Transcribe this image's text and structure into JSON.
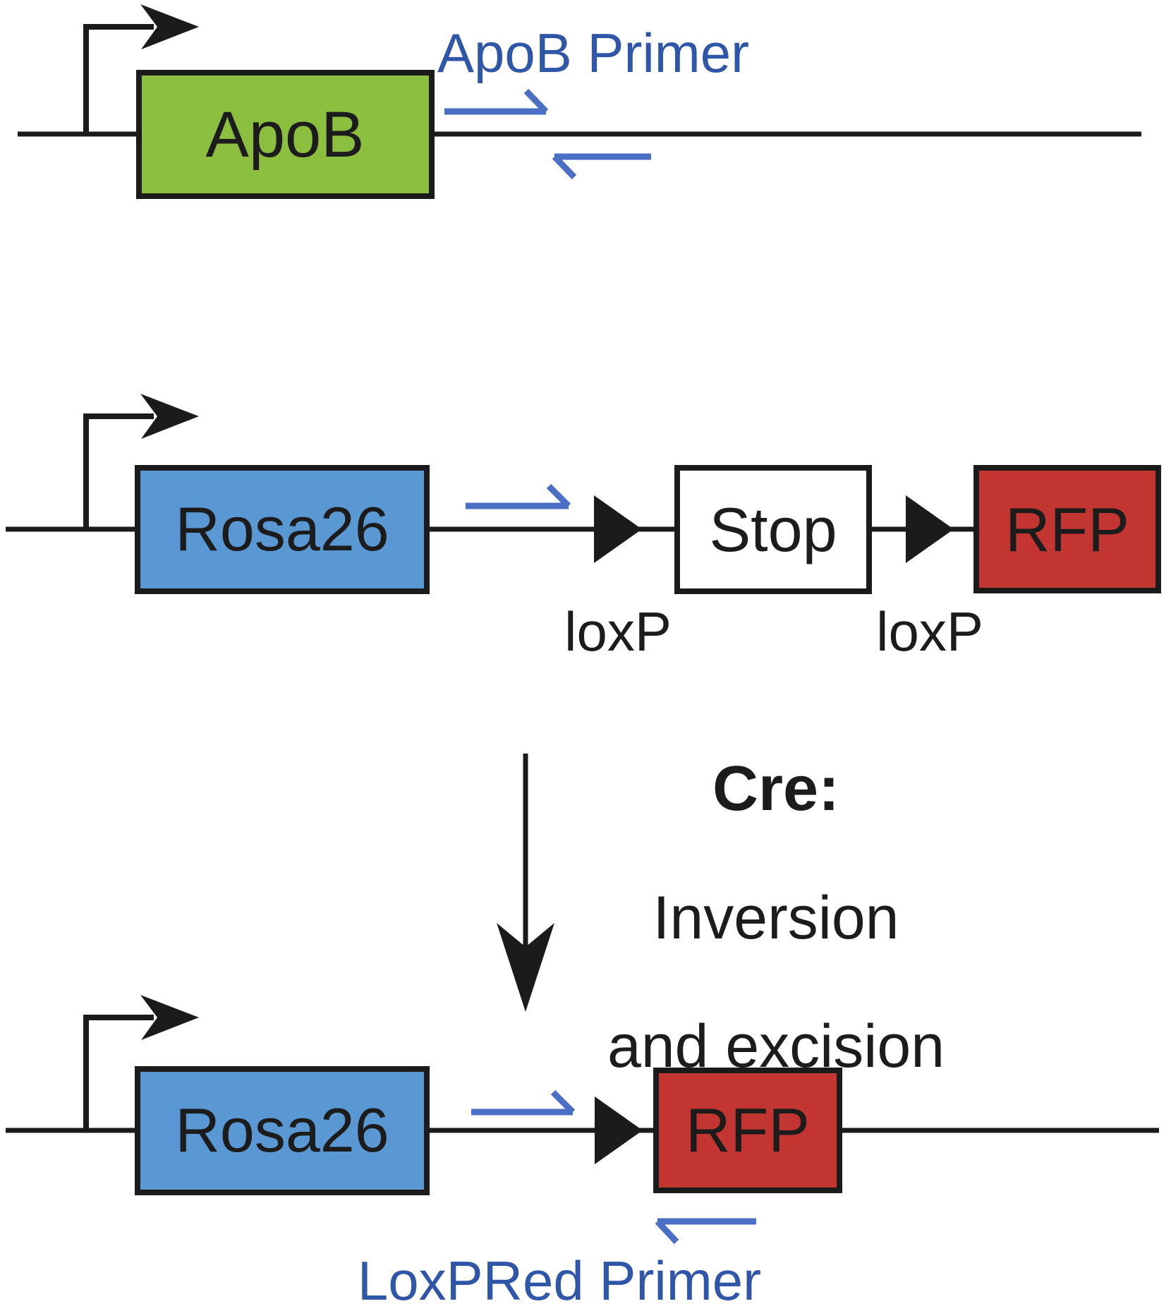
{
  "rows": {
    "apob": {
      "gene": "ApoB",
      "primer_label": "ApoB Primer"
    },
    "rosa26_stop": {
      "gene": "Rosa26",
      "stop": "Stop",
      "rfp": "RFP",
      "loxp_left": "loxP",
      "loxp_right": "loxP"
    },
    "cre_step": {
      "line1": "Cre:",
      "line2": "Inversion",
      "line3": "and excision"
    },
    "rosa26_recombined": {
      "gene": "Rosa26",
      "rfp": "RFP",
      "primer_label": "LoxPRed Primer"
    }
  },
  "colors": {
    "ink": "#1b1b1b",
    "apob-green": "#8CBE3F",
    "rosa-blue": "#5A98D4",
    "rfp-red": "#C23530",
    "box-white": "#FFFFFF",
    "primer-text": "#3056A8",
    "primer-arrow": "#4C6FC6"
  }
}
